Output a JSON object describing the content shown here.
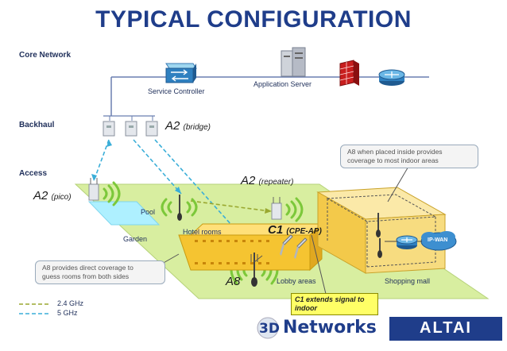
{
  "title": "TYPICAL CONFIGURATION",
  "sections": {
    "core": "Core Network",
    "backhaul": "Backhaul",
    "access": "Access"
  },
  "labels": {
    "service_controller": "Service Controller",
    "application_server": "Application Server",
    "a2_bridge_main": "A2",
    "a2_bridge_sub": "(bridge)",
    "a2_repeater_main": "A2",
    "a2_repeater_sub": "(repeater)",
    "a2_pico_main": "A2",
    "a2_pico_sub": "(pico)",
    "pool": "Pool",
    "garden": "Garden",
    "hotel_rooms": "Hotel rooms",
    "c1_main": "C1",
    "c1_sub": "(CPE-AP)",
    "ip_wan": "IP-WAN",
    "a8": "A8",
    "lobby_areas": "Lobby areas",
    "shopping_mall": "Shopping mall"
  },
  "callouts": {
    "a8_indoor_line1": "A8 when placed inside provides",
    "a8_indoor_line2": "coverage to most indoor areas",
    "a8_direct_line1": "A8 provides direct coverage to",
    "a8_direct_line2": "guess rooms from both sides",
    "c1_extends_line1": "C1 extends signal to",
    "c1_extends_line2": "indoor"
  },
  "legend": [
    {
      "label": "2.4 GHz",
      "color": "#9aa830"
    },
    {
      "label": "5 GHz",
      "color": "#3aaed8"
    }
  ],
  "branding": {
    "networks": "Networks",
    "three_d": "3D",
    "altai": "ALTAI"
  },
  "colors": {
    "title": "#1f3d8a",
    "ground": "#d8eea0",
    "building": "#f5c431",
    "mall": "#f7dc80",
    "pool": "#aef0ff",
    "wave": "#7cc83a",
    "dash_24": "#9aa830",
    "dash_5": "#3aaed8"
  }
}
